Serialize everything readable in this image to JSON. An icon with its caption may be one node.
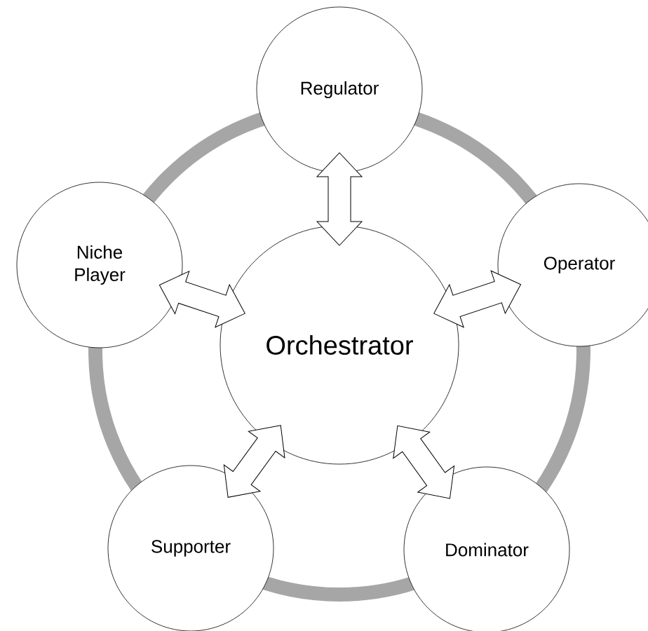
{
  "diagram": {
    "nodes": [
      {
        "text": [
          "Regulator"
        ]
      },
      {
        "text": [
          "Niche Player"
        ]
      },
      {
        "text": [
          "Orchestrator"
        ]
      },
      {
        "text": [
          "Operator"
        ]
      },
      {
        "text": [
          "Supporter"
        ]
      },
      {
        "text": [
          "Dominator"
        ]
      }
    ],
    "edges": [
      {
        "from": 2,
        "to": 0,
        "arrow": "both"
      },
      {
        "from": 2,
        "to": 1,
        "arrow": "both"
      },
      {
        "from": 2,
        "to": 3,
        "arrow": "both"
      },
      {
        "from": 2,
        "to": 4,
        "arrow": "both"
      },
      {
        "from": 2,
        "to": 5,
        "arrow": "both"
      }
    ]
  }
}
